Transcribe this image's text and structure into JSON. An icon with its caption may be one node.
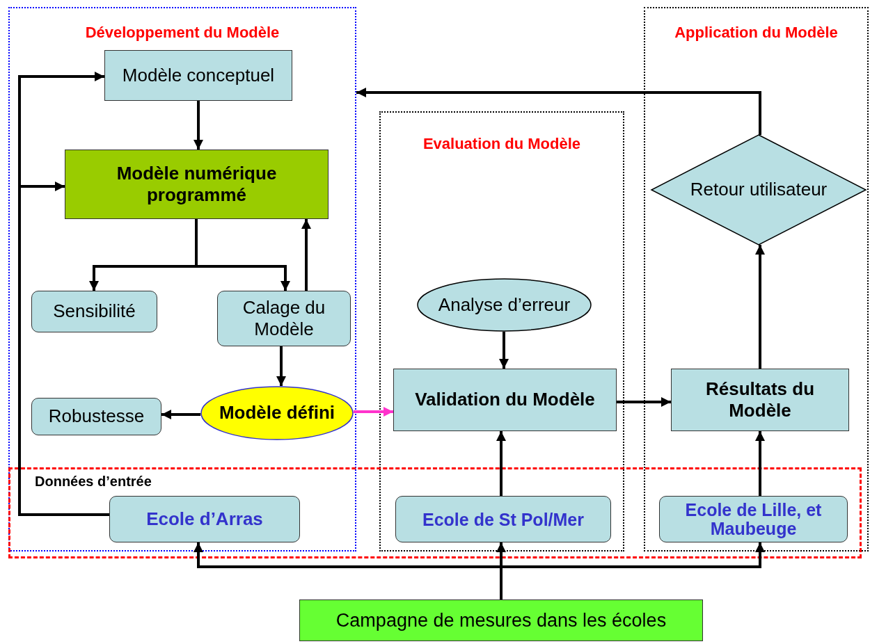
{
  "diagram": {
    "nodes": [
      {
        "text": [
          "Développement du Modèle"
        ]
      },
      {
        "text": [
          "Evaluation du Modèle"
        ]
      },
      {
        "text": [
          "Application du Modèle"
        ]
      },
      {
        "text": [
          "Modèle conceptuel"
        ],
        "in": 0
      },
      {
        "text": [
          "Modèle numérique programmé"
        ],
        "in": 0
      },
      {
        "text": [
          "Sensibilité"
        ],
        "in": 0
      },
      {
        "text": [
          "Calage du Modèle"
        ],
        "in": 0
      },
      {
        "text": [
          "Modèle défini"
        ],
        "in": 0
      },
      {
        "text": [
          "Robustesse"
        ],
        "in": 0
      },
      {
        "text": [
          "Analyse d’erreur"
        ],
        "in": 1
      },
      {
        "text": [
          "Validation du Modèle"
        ],
        "in": 1
      },
      {
        "text": [
          "Retour utilisateur"
        ],
        "in": 2
      },
      {
        "text": [
          "Résultats du Modèle"
        ],
        "in": 2
      },
      {
        "text": [
          "Ecole d’Arras"
        ],
        "in": 0
      },
      {
        "text": [
          "Ecole de St Pol/Mer"
        ],
        "in": 1
      },
      {
        "text": [
          "Ecole de Lille, et Maubeuge"
        ],
        "in": 2
      },
      {
        "text": [
          "Campagne de mesures dans les écoles"
        ]
      }
    ],
    "edges": [
      {
        "from": 3,
        "to": 4,
        "arrow": "to"
      },
      {
        "from": 4,
        "to": 5,
        "arrow": "to"
      },
      {
        "from": 4,
        "to": 6,
        "arrow": "to"
      },
      {
        "from": 6,
        "to": 4,
        "arrow": "to"
      },
      {
        "from": 6,
        "to": 7,
        "arrow": "to"
      },
      {
        "from": 7,
        "to": 8,
        "arrow": "to"
      },
      {
        "from": 7,
        "to": 10,
        "arrow": "to",
        "color": "#ff33cc"
      },
      {
        "from": 9,
        "to": 10,
        "arrow": "to"
      },
      {
        "from": 14,
        "to": 10,
        "arrow": "to"
      },
      {
        "from": 10,
        "to": 12,
        "arrow": "to"
      },
      {
        "from": 15,
        "to": 12,
        "arrow": "to"
      },
      {
        "from": 12,
        "to": 11,
        "arrow": "to"
      },
      {
        "from": 11,
        "to": 0,
        "arrow": "to"
      },
      {
        "from": 13,
        "to": 3,
        "arrow": "to"
      },
      {
        "from": 13,
        "to": 4,
        "arrow": "to"
      },
      {
        "from": 16,
        "to": 13,
        "arrow": "to"
      },
      {
        "from": 16,
        "to": 14,
        "arrow": "to"
      },
      {
        "from": 16,
        "to": 15,
        "arrow": "to"
      }
    ],
    "labels": [
      "Données d’entrée"
    ]
  }
}
